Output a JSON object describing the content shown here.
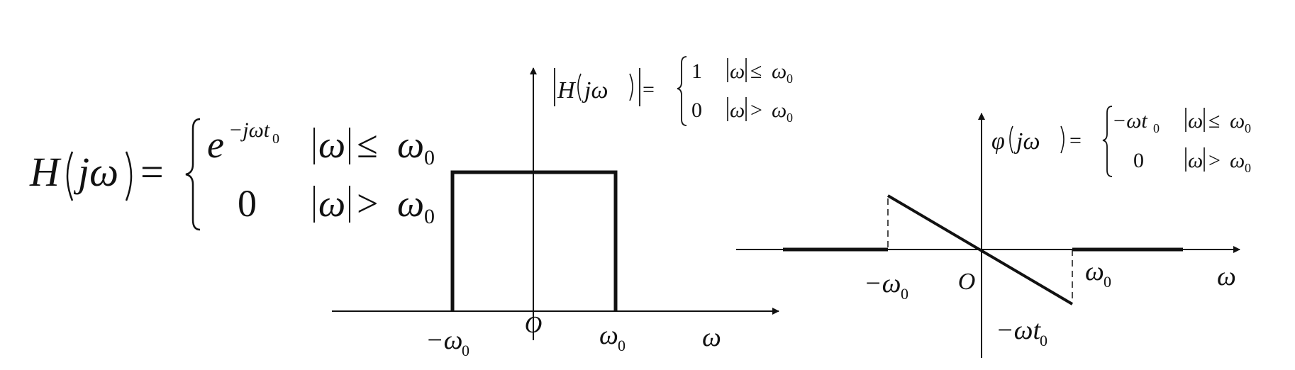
{
  "colors": {
    "ink": "#111111",
    "background": "#ffffff"
  },
  "main_formula": {
    "lhs": "H",
    "lhs_arg": "jω",
    "equals": "=",
    "case1_expr": "e",
    "case1_exp": "−jωt",
    "case1_exp_sub": "0",
    "case1_cond": "ω",
    "case1_op": "≤",
    "case1_rhs": "ω",
    "case1_rhs_sub": "0",
    "case2_expr": "0",
    "case2_cond": "ω",
    "case2_op": ">",
    "case2_rhs": "ω",
    "case2_rhs_sub": "0"
  },
  "magnitude_plot": {
    "formula_lhs": "H",
    "formula_arg": "jω",
    "equals": "=",
    "case1_value": "1",
    "case1_cond": "ω",
    "case1_op": "≤",
    "case1_rhs": "ω",
    "case1_rhs_sub": "0",
    "case2_value": "0",
    "case2_cond": "ω",
    "case2_op": ">",
    "case2_rhs": "ω",
    "case2_rhs_sub": "0",
    "origin_label": "O",
    "neg_w0_label": "−ω",
    "neg_w0_sub": "0",
    "w0_label": "ω",
    "w0_sub": "0",
    "axis_label": "ω",
    "passband_value": 1,
    "stopband_value": 0
  },
  "phase_plot": {
    "formula_lhs": "φ",
    "formula_arg": "jω",
    "equals": "=",
    "case1_value": "−ωt",
    "case1_value_sub": "0",
    "case1_cond": "ω",
    "case1_op": "≤",
    "case1_rhs": "ω",
    "case1_rhs_sub": "0",
    "case2_value": "0",
    "case2_cond": "ω",
    "case2_op": ">",
    "case2_rhs": "ω",
    "case2_rhs_sub": "0",
    "origin_label": "O",
    "neg_w0_label": "−ω",
    "neg_w0_sub": "0",
    "w0_label": "ω",
    "w0_sub": "0",
    "axis_label": "ω",
    "bottom_label": "−ωt",
    "bottom_label_sub": "0"
  }
}
